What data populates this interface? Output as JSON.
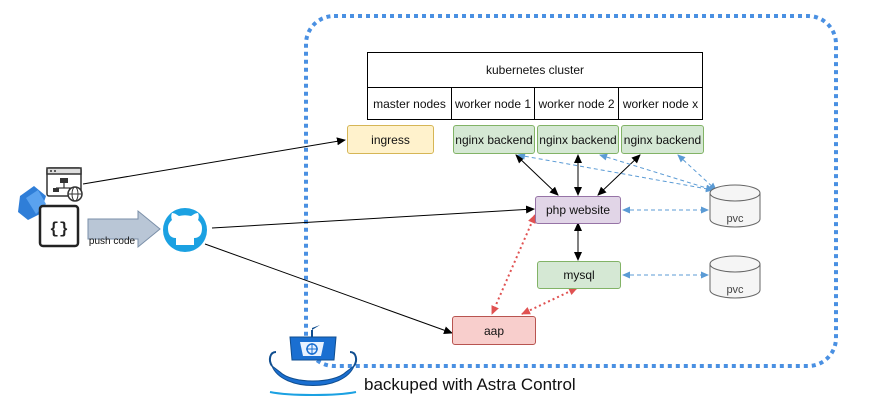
{
  "cluster": {
    "title": "kubernetes cluster",
    "columns": [
      "master nodes",
      "worker node 1",
      "worker node 2",
      "worker node x"
    ]
  },
  "nodes": {
    "ingress": "ingress",
    "nginx_backend": "nginx backend",
    "php_website": "php website",
    "mysql": "mysql",
    "aap": "aap",
    "pvc": "pvc"
  },
  "edges": {
    "push_code": "push code"
  },
  "footer": {
    "caption": "backuped with Astra Control"
  },
  "colors": {
    "boundary": "#4a90e2",
    "green_fill": "#d5e8d4",
    "yellow_fill": "#fff2cc",
    "purple_fill": "#e1d5e7",
    "red_fill": "#f8cecc",
    "red_arrow": "#e05252",
    "blue_dashed": "#5b9bd5"
  },
  "icons": [
    "web-app-icon",
    "code-braces-icon",
    "github-icon",
    "viking-ship-icon",
    "database-icon"
  ]
}
